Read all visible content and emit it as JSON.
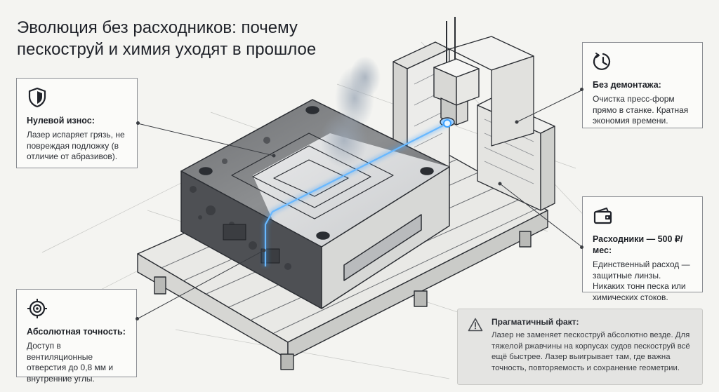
{
  "title": {
    "line1": "Эволюция без расходников: почему",
    "line2": "пескоструй и химия уходят в прошлое"
  },
  "cards": {
    "wear": {
      "icon": "shield-icon",
      "heading": "Нулевой износ:",
      "text": "Лазер испаряет грязь, не повреждая подложку (в отличие от абразивов)."
    },
    "no_disassembly": {
      "icon": "clock-icon",
      "heading": "Без демонтажа:",
      "text": "Очистка пресс-форм прямо в станке. Кратная экономия времени."
    },
    "consumables": {
      "icon": "wallet-icon",
      "heading": "Расходники — 500 ₽/мес:",
      "text": "Единственный расход — защитные линзы. Никаких тонн песка или химических стоков."
    },
    "precision": {
      "icon": "target-icon",
      "heading": "Абсолютная точность:",
      "text": "Доступ в вентиляционные отверстия до 0,8 мм и внутренние углы."
    }
  },
  "fact": {
    "icon": "warning-icon",
    "heading": "Прагматичный факт:",
    "text": "Лазер не заменяет пескоструй абсолютно везде. Для тяжелой ржавчины на корпусах судов пескоструй всё ещё быстрее. Лазер выигрывает там, где важна точность, повторяемость и сохранение геометрии."
  },
  "colors": {
    "laser": "#3aa0ff",
    "outline": "#2b2e33",
    "card_border": "#8c8f94",
    "fact_bg": "#e4e4e2"
  }
}
